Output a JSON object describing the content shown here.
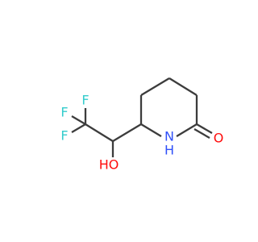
{
  "molecule": {
    "atoms": {
      "f1": "F",
      "f2": "F",
      "f3": "F",
      "hydroxyl": "HO",
      "amide_nh": "N",
      "amide_nh_h": "H",
      "carbonyl_o": "O"
    },
    "colors": {
      "bond": "#3c3c3c",
      "fluorine": "#33cccc",
      "oxygen": "#ff0d0d",
      "nitrogen": "#3050f8"
    }
  }
}
